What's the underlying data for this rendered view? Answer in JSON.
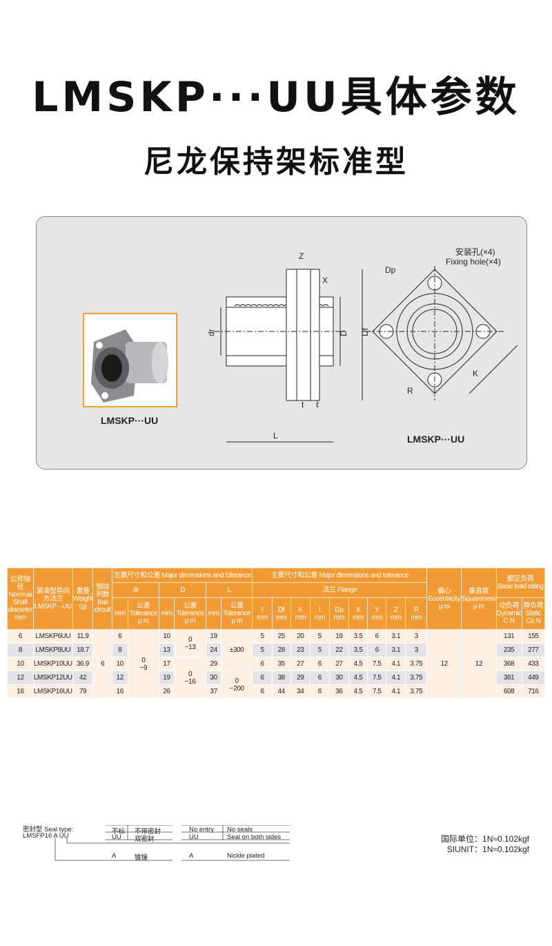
{
  "title": "LMSKP···UU具体参数",
  "subtitle": "尼龙保持架标准型",
  "figure": {
    "photo_label": "LMSKP···UU",
    "drawing_label": "LMSKP···UU",
    "hole_label_cn": "安装孔(×4)",
    "hole_label_en": "Fixing hole(×4)",
    "dims": {
      "Z": "Z",
      "X": "X",
      "dr": "dr",
      "D": "D",
      "Df": "Df",
      "t": "t",
      "l": "ℓ",
      "L": "L",
      "Dp": "Dp",
      "R": "R",
      "K": "K"
    }
  },
  "table": {
    "h": {
      "nominal": [
        "公称轴径",
        "Nominal",
        "Shaft",
        "diameter",
        "mm"
      ],
      "model": [
        "紧凑型导向",
        "方法兰",
        "LMSKP···UU"
      ],
      "weight": [
        "重量",
        "Weight",
        "(g)"
      ],
      "ball": [
        "钢球",
        "列数",
        "Ball",
        "circuit"
      ],
      "major1": "主要尺寸和公差  Major dimensions and tolerance",
      "major2": "主要尺寸和公差  Major dimensions and tolerance",
      "dr": "dr",
      "D": "D",
      "L": "L",
      "mm": "mm",
      "tol": [
        "公差",
        "Tolerance",
        "μ m"
      ],
      "flange": "法兰   Flange",
      "fcols": [
        [
          "ℓ",
          "mm"
        ],
        [
          "Df",
          "mm"
        ],
        [
          "K",
          "mm"
        ],
        [
          "t",
          "mm"
        ],
        [
          "Dp",
          "mm"
        ],
        [
          "X",
          "mm"
        ],
        [
          "Y",
          "mm"
        ],
        [
          "Z",
          "mm"
        ],
        [
          "R",
          "mm"
        ]
      ],
      "ecc": [
        "偏心",
        "Eccentricity",
        "μ m"
      ],
      "sq": [
        "垂直度",
        "Squareness",
        "μ m"
      ],
      "load": [
        "额定负荷",
        "Basic load rating"
      ],
      "dyn": [
        "动负荷",
        "Dynamic",
        "C N"
      ],
      "stat": [
        "静负荷",
        "Static",
        "Co N"
      ]
    },
    "rows": [
      {
        "d": "6",
        "model": "LMSKP6UU",
        "w": "11.9",
        "dr": "6",
        "D": "10",
        "L": "19",
        "f": [
          "5",
          "25",
          "20",
          "5",
          "19",
          "3.5",
          "6",
          "3.1",
          "3"
        ],
        "c": "131",
        "co": "155"
      },
      {
        "d": "8",
        "model": "LMSKP8UU",
        "w": "18.7",
        "dr": "8",
        "D": "13",
        "L": "24",
        "f": [
          "5",
          "28",
          "23",
          "5",
          "22",
          "3.5",
          "6",
          "3.1",
          "3"
        ],
        "c": "235",
        "co": "277"
      },
      {
        "d": "10",
        "model": "LMSKP10UU",
        "w": "36.9",
        "dr": "10",
        "D": "17",
        "L": "29",
        "f": [
          "6",
          "35",
          "27",
          "6",
          "27",
          "4.5",
          "7.5",
          "4.1",
          "3.75"
        ],
        "c": "368",
        "co": "433"
      },
      {
        "d": "12",
        "model": "LMSKP12UU",
        "w": "42",
        "dr": "12",
        "D": "19",
        "L": "30",
        "f": [
          "6",
          "38",
          "29",
          "6",
          "30",
          "4.5",
          "7.5",
          "4.1",
          "3.75"
        ],
        "c": "381",
        "co": "449"
      },
      {
        "d": "16",
        "model": "LMSKP16UU",
        "w": "79",
        "dr": "16",
        "D": "26",
        "L": "37",
        "f": [
          "6",
          "44",
          "34",
          "6",
          "36",
          "4.5",
          "7.5",
          "4.1",
          "3.75"
        ],
        "c": "608",
        "co": "716"
      }
    ],
    "ball": "6",
    "dr_tol": [
      "0",
      "−9"
    ],
    "D_tol1": [
      "0",
      "−13"
    ],
    "D_tol2": [
      "0",
      "−16"
    ],
    "L_tol1": "±300",
    "L_tol2": [
      "0",
      "−200"
    ],
    "ecc": "12",
    "sq": "12"
  },
  "seal": {
    "title": "密封型 Seal type:",
    "example": "LMSFP16 A UU",
    "rows": [
      [
        "不标",
        "不带密封",
        "No entry",
        "No seals"
      ],
      [
        "UU",
        "双密封",
        "UU",
        "Seal on both sides"
      ],
      [
        "A",
        "镀镍",
        "A",
        "Nickle plated"
      ]
    ]
  },
  "units": [
    "国际单位：1N≈0.102kgf",
    "SIUNIT：1N≈0.102kgf"
  ]
}
